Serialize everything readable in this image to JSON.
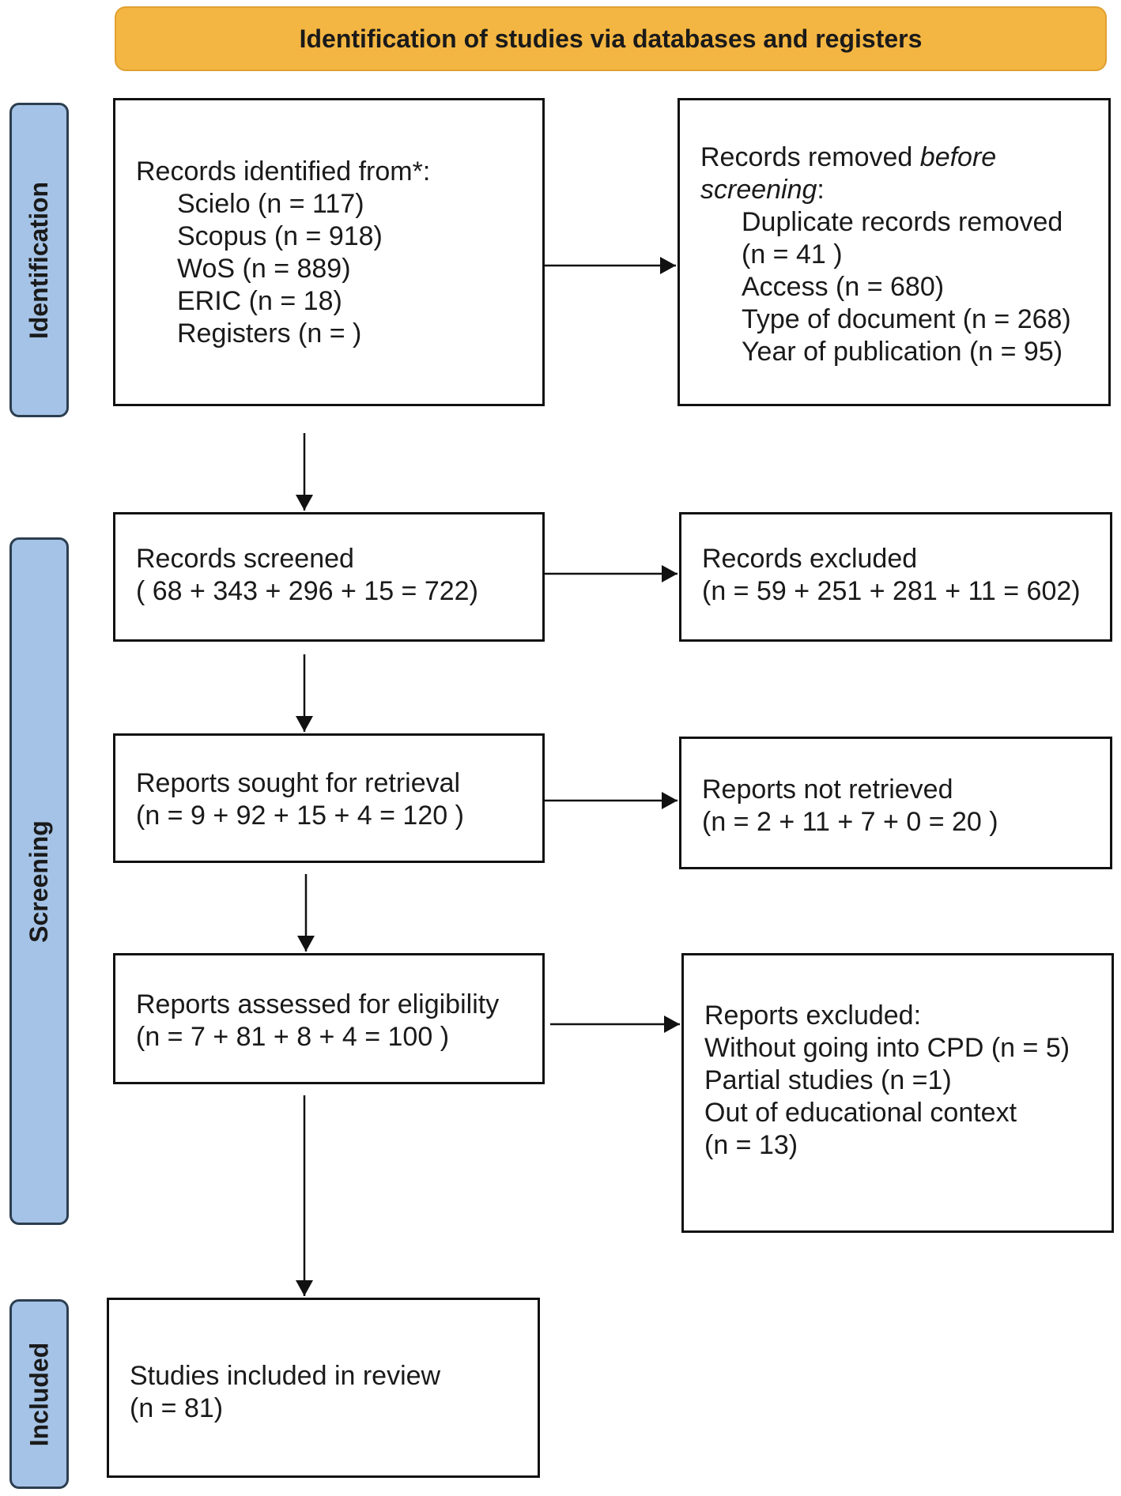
{
  "header": {
    "title": "Identification of studies via databases and registers"
  },
  "stages": {
    "identification": "Identification",
    "screening": "Screening",
    "included": "Included"
  },
  "boxes": {
    "records_identified": {
      "title": "Records identified from*:",
      "items": [
        "Scielo (n = 117)",
        "Scopus (n = 918)",
        "WoS (n = 889)",
        "ERIC (n = 18)",
        "Registers (n = )"
      ]
    },
    "records_removed": {
      "title_prefix": "Records removed ",
      "title_emph1": "before",
      "title_emph2": "screening",
      "title_suffix": ":",
      "items": [
        "Duplicate records removed",
        "(n = 41 )",
        "Access (n = 680)",
        "Type of document (n = 268)",
        "Year of publication (n = 95)"
      ]
    },
    "records_screened": {
      "title": "Records screened",
      "value": "( 68 + 343 + 296 + 15 = 722)"
    },
    "records_excluded": {
      "title": "Records excluded",
      "value": "(n = 59 + 251 + 281 + 11 = 602)"
    },
    "reports_sought": {
      "title": "Reports sought for retrieval",
      "value": "(n = 9 + 92 + 15 + 4 = 120 )"
    },
    "reports_not_retrieved": {
      "title": "Reports not retrieved",
      "value": "(n = 2 + 11 + 7 + 0 = 20 )"
    },
    "reports_assessed": {
      "title": "Reports assessed for eligibility",
      "value": "(n = 7 + 81 + 8 + 4 = 100 )"
    },
    "reports_excluded": {
      "title": "Reports excluded:",
      "items": [
        "Without going into CPD (n = 5)",
        "Partial studies (n =1)",
        "Out of educational context",
        "(n = 13)"
      ]
    },
    "studies_included": {
      "title": "Studies included in review",
      "value": "(n = 81)"
    }
  }
}
